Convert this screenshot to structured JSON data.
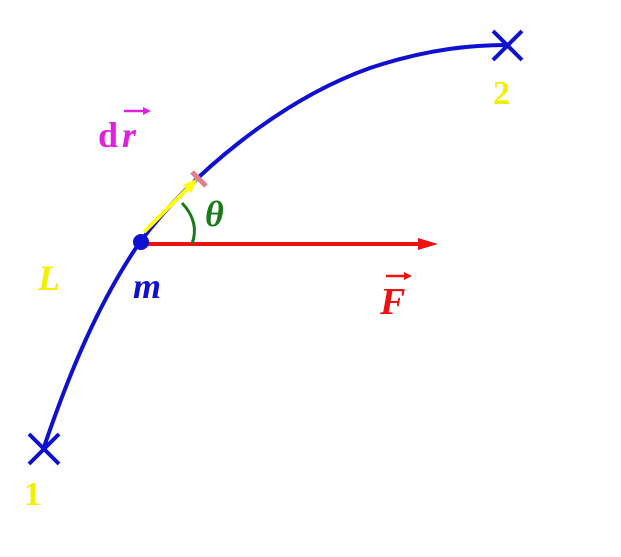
{
  "labels": {
    "point_1": "1",
    "point_2": "2",
    "displacement_d": "d",
    "displacement_r": "r",
    "angle": "θ",
    "path": "L",
    "mass": "m",
    "force": "F"
  },
  "colors": {
    "path": "#1010d0",
    "force": "#ee1111",
    "displacement": "#ffff00",
    "displacement_label": "#e020e0",
    "angle": "#1a7a1a",
    "endpoint_labels": "#f0f000",
    "tick": "#e08090"
  }
}
